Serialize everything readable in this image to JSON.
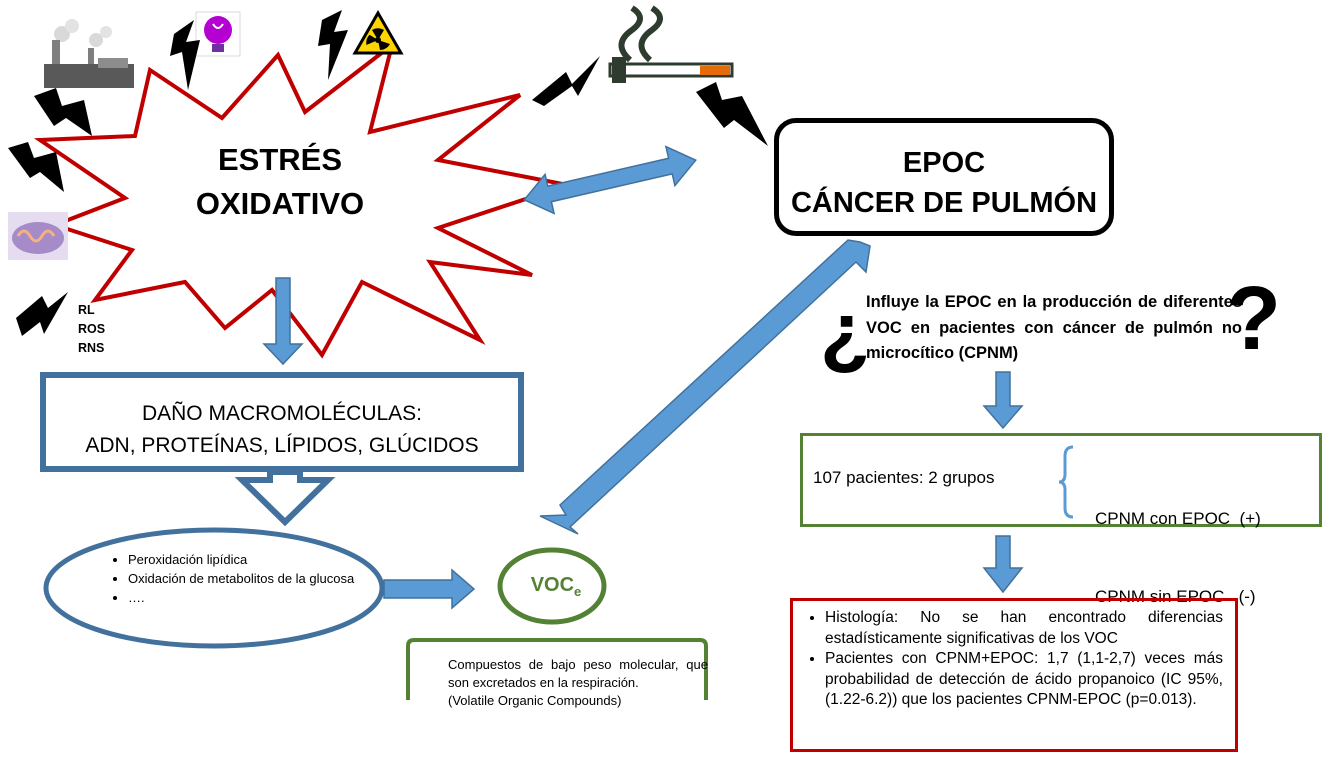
{
  "stress": {
    "title_line1": "ESTRÉS",
    "title_line2": "OXIDATIVO",
    "species": [
      "RL",
      "ROS",
      "RNS"
    ]
  },
  "disease": {
    "line1": "EPOC",
    "line2": "CÁNCER DE PULMÓN"
  },
  "damage": {
    "line1": "DAÑO MACROMOLÉCULAS:",
    "line2": "ADN, PROTEÍNAS, LÍPIDOS, GLÚCIDOS"
  },
  "processes": [
    "Peroxidación lipídica",
    "Oxidación de metabolitos de la glucosa",
    "…."
  ],
  "voc": {
    "label": "VOC",
    "subscript": "e",
    "definition": "Compuestos de bajo peso molecular, que son excretados en la respiración.",
    "definition_en": "(Volatile Organic Compounds)"
  },
  "question": {
    "open_mark": "¿",
    "text": "Influye la EPOC en la producción de diferentes VOC en pacientes con cáncer de pulmón no microcítico (CPNM)",
    "close_mark": "?"
  },
  "groups": {
    "label": "107 pacientes: 2 grupos",
    "group1": "CPNM con EPOC  (+)",
    "group2": "CPNM sin EPOC   (-)"
  },
  "results": [
    "Histología: No se han encontrado diferencias estadísticamente significativas de los VOC",
    "Pacientes con CPNM+EPOC: 1,7 (1,1-2,7) veces más probabilidad de detección de ácido propanoico (IC 95%, (1.22-6.2)) que los pacientes CPNM-EPOC (p=0.013)."
  ],
  "colors": {
    "star_border": "#c00000",
    "arrow_fill": "#5b9bd5",
    "arrow_stroke": "#41719c",
    "green": "#548235",
    "red_box": "#c00000"
  },
  "icons": [
    "factory-icon",
    "lightning-bolt-icon",
    "uv-lamp-icon",
    "radiation-icon",
    "cigarette-icon",
    "mitochondria-icon"
  ]
}
